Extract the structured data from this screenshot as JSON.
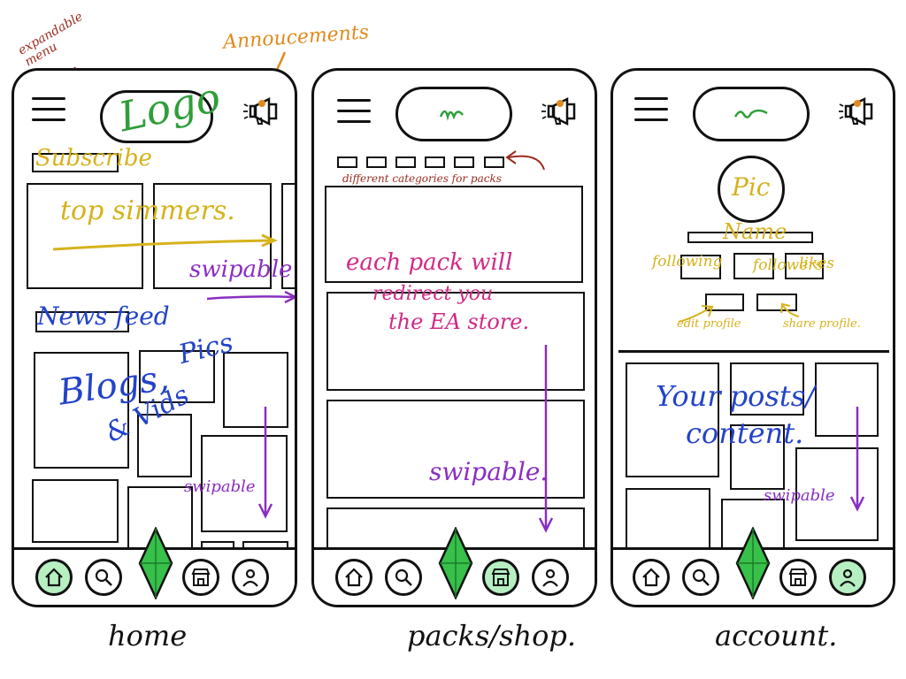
{
  "annotations": {
    "expandable_menu": "expandable menu",
    "announcements": "Annoucements"
  },
  "colors": {
    "brown": "#9b2c1f",
    "orange": "#e08a1e",
    "green": "#2f9e3a",
    "yellow": "#d6b21c",
    "purple": "#8a2ec2",
    "blue": "#2343c9",
    "magenta": "#d12a86",
    "nav_active": "#b6efc1",
    "plumbob": "#37c04a"
  },
  "screens": [
    {
      "caption": "home",
      "logo_text": "Logo",
      "subscribe": "Subscribe",
      "top_simmers": "top simmers.",
      "swipable_1": "swipable",
      "news_feed": "News feed",
      "blogs": "Blogs,",
      "pics": "Pics",
      "vids": "& Vids",
      "swipable_2": "swipable",
      "active_nav": "home"
    },
    {
      "caption": "packs/shop.",
      "categories_note": "different categories for packs",
      "pack_note_1": "each pack will",
      "pack_note_2": "redirect you",
      "pack_note_3": "the EA store.",
      "swipable": "swipable.",
      "active_nav": "shop"
    },
    {
      "caption": "account.",
      "pic": "Pic",
      "name": "Name",
      "following": "following",
      "followers": "followers",
      "likes": "likes",
      "edit_profile": "edit profile",
      "share_profile": "share profile.",
      "posts_1": "Your posts/",
      "posts_2": "content.",
      "swipable": "swipable",
      "active_nav": "account"
    }
  ],
  "nav_icons": [
    "home-icon",
    "search-icon",
    "plumbob-icon",
    "shop-icon",
    "account-icon"
  ]
}
